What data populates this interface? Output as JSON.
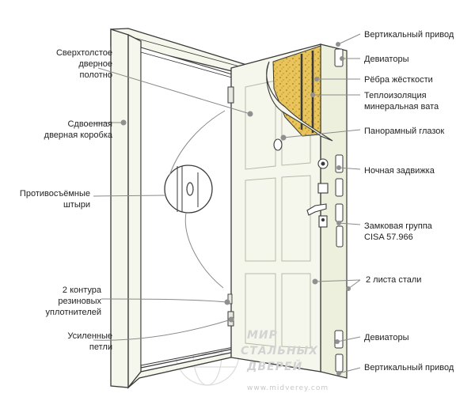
{
  "diagram": {
    "left_labels": [
      {
        "id": "door-leaf",
        "text": "Сверхтолстое\nдверное\nполотно"
      },
      {
        "id": "double-frame",
        "text": "Сдвоенная\nдверная коробка"
      },
      {
        "id": "anti-removal-pins",
        "text": "Противосъёмные\nштыри"
      },
      {
        "id": "rubber-seals",
        "text": "2 контура\nрезиновых\nуплотнителей"
      },
      {
        "id": "reinforced-hinges",
        "text": "Усиленные\nпетли"
      }
    ],
    "right_labels": [
      {
        "id": "vertical-drive-top",
        "text": "Вертикальный привод"
      },
      {
        "id": "deviators-top",
        "text": "Девиаторы"
      },
      {
        "id": "stiffening-ribs",
        "text": "Рёбра жёсткости"
      },
      {
        "id": "insulation",
        "text": "Теплоизоляция\nминеральная вата"
      },
      {
        "id": "peephole",
        "text": "Панорамный глазок"
      },
      {
        "id": "night-latch",
        "text": "Ночная задвижка"
      },
      {
        "id": "lock-group",
        "text": "Замковая группа\nCISA 57.966"
      },
      {
        "id": "steel-sheets",
        "text": "2 листа стали"
      },
      {
        "id": "deviators-bottom",
        "text": "Девиаторы"
      },
      {
        "id": "vertical-drive-bottom",
        "text": "Вертикальный привод"
      }
    ],
    "colors": {
      "frame_fill": "#f6f7ec",
      "outline": "#3a3a3a",
      "insulation": "#e8c45a",
      "leader": "#8a8a8a",
      "dot": "#909090"
    }
  },
  "watermark": {
    "line1": "МИР",
    "line2": "СТАЛЬНЫХ",
    "line3": "ДВЕРЕЙ",
    "url": "www.midverey.com"
  }
}
